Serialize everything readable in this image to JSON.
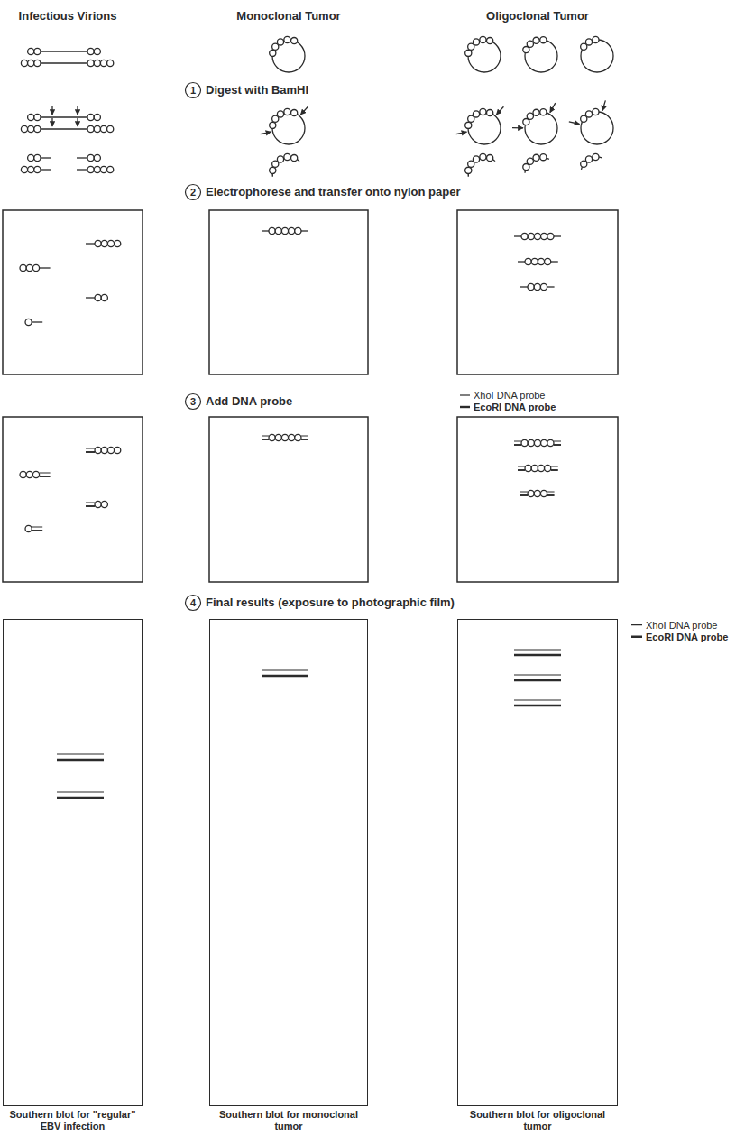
{
  "diagram": {
    "nodes": [
      {
        "text": [
          "Southern blot for \"regular\" EBV infection"
        ]
      },
      {
        "text": [
          "Southern blot for monoclonal tumor"
        ]
      },
      {
        "text": [
          "Southern blot for oligoclonal tumor"
        ]
      }
    ],
    "labels": [
      "Infectious Virions",
      "Monoclonal Tumor",
      "Oligoclonal Tumor",
      "1",
      "Digest with BamHI",
      "2",
      "Electrophorese and transfer onto nylon paper",
      "3",
      "Add DNA probe",
      "XhoI DNA probe",
      "EcoRI DNA probe",
      "4",
      "Final results (exposure to photographic film)"
    ],
    "legend": [
      {
        "text": "XhoI DNA probe"
      },
      {
        "text": "EcoRI DNA probe"
      }
    ]
  }
}
